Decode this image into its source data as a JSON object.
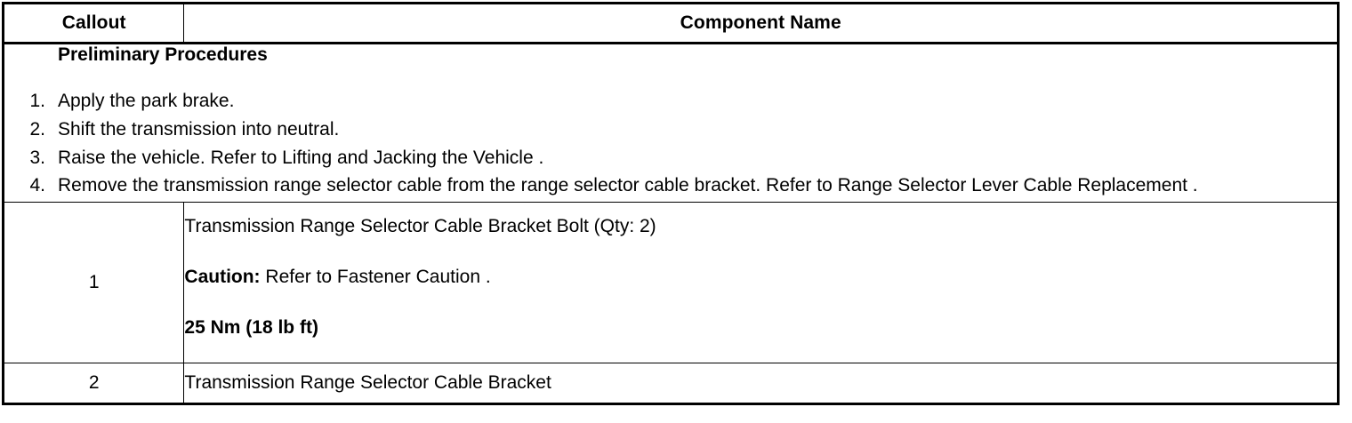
{
  "table": {
    "headers": {
      "callout": "Callout",
      "component_name": "Component Name"
    },
    "preliminary": {
      "title": "Preliminary Procedures",
      "steps": [
        {
          "num": "1.",
          "text": "Apply the park brake."
        },
        {
          "num": "2.",
          "text": "Shift the transmission into neutral."
        },
        {
          "num": "3.",
          "text": "Raise the vehicle. Refer to Lifting and Jacking the Vehicle ."
        },
        {
          "num": "4.",
          "text": "Remove the transmission range selector cable from the range selector cable bracket. Refer to Range Selector Lever Cable Replacement ."
        }
      ]
    },
    "rows": [
      {
        "callout": "1",
        "name": "Transmission Range Selector Cable Bracket Bolt (Qty: 2)",
        "caution_label": "Caution:",
        "caution_text": " Refer to Fastener Caution .",
        "torque": "25 Nm (18 lb ft)"
      },
      {
        "callout": "2",
        "name": "Transmission Range Selector Cable Bracket"
      }
    ]
  }
}
